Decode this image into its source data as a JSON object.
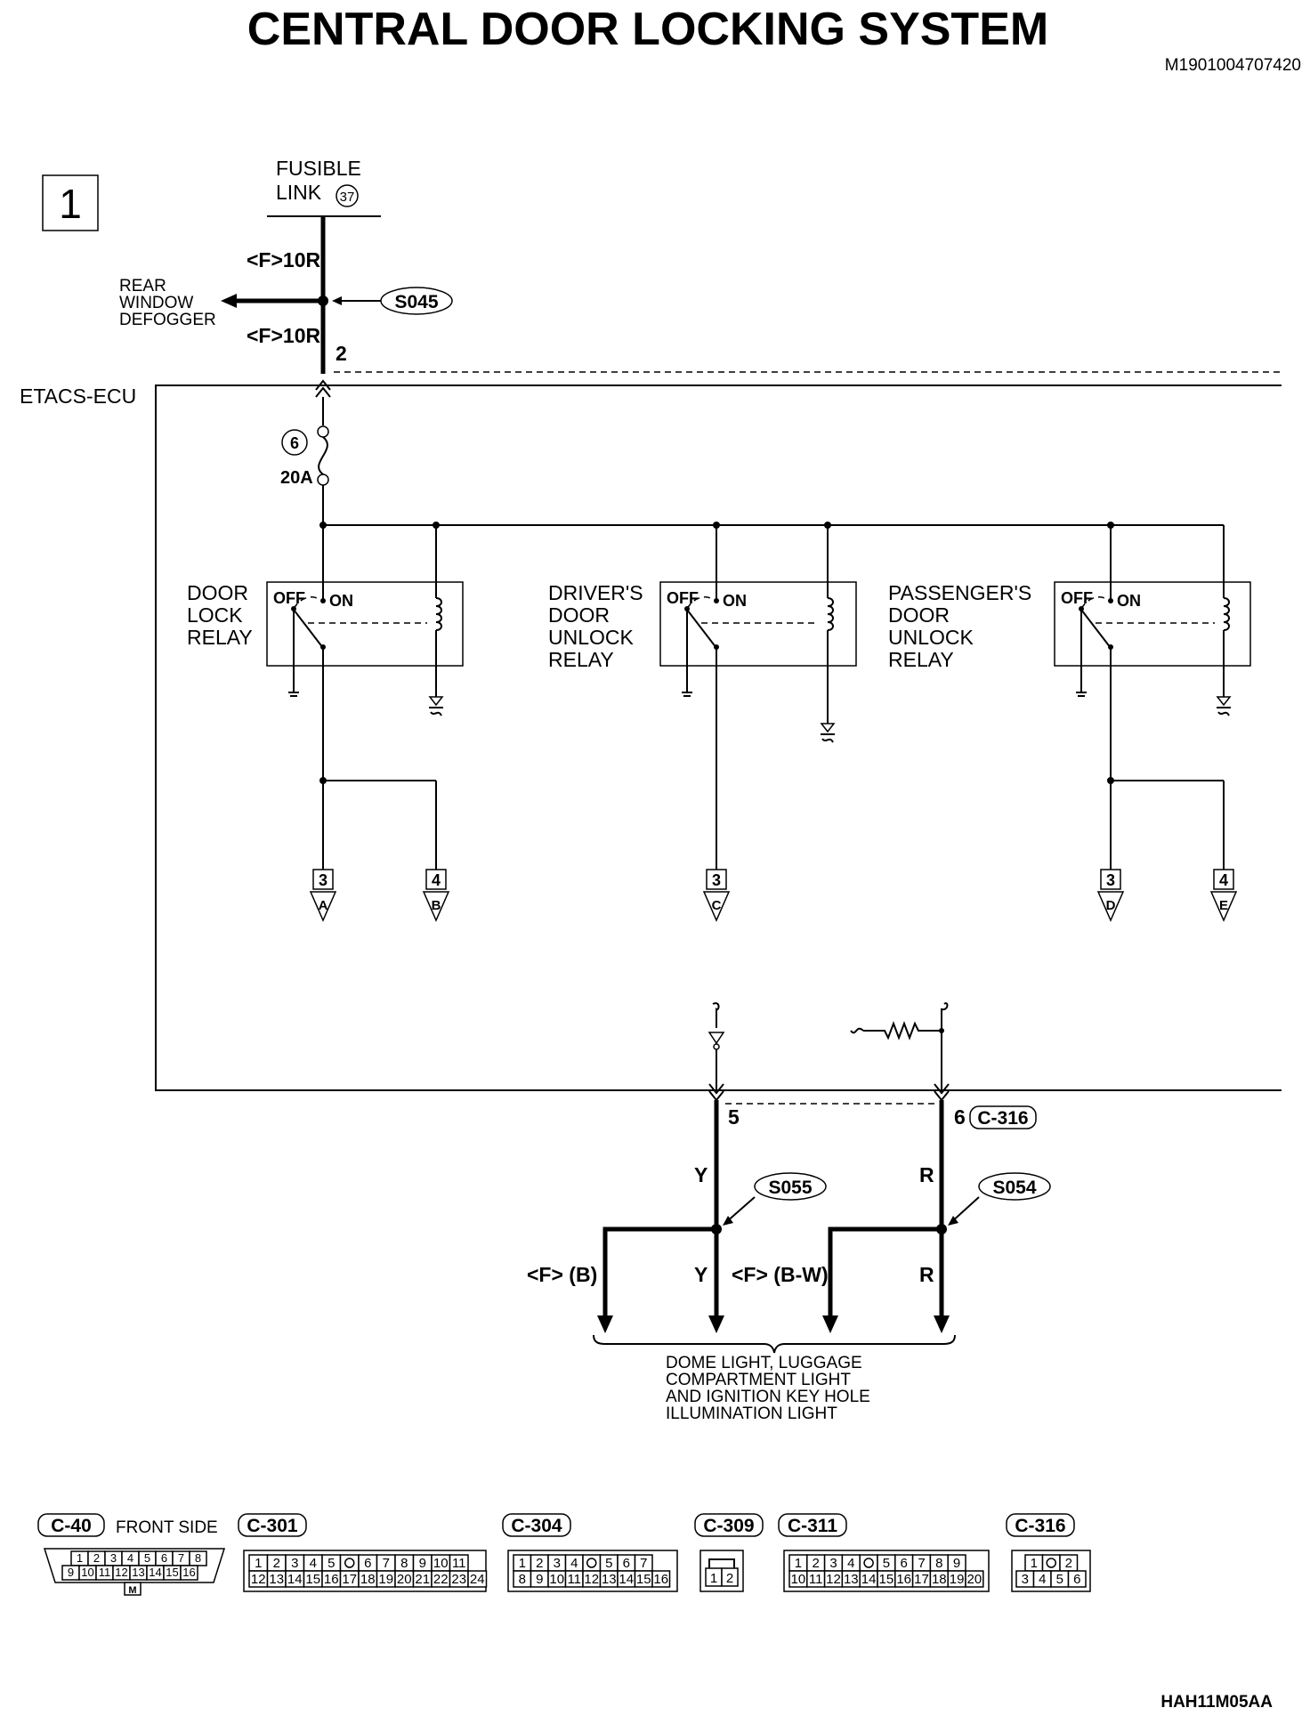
{
  "title": "CENTRAL DOOR LOCKING SYSTEM",
  "doc_code": "M1901004707420",
  "figure_code": "HAH11M05AA",
  "page_number": "1",
  "fusible_link": {
    "line1": "FUSIBLE",
    "line2": "LINK",
    "number": "37"
  },
  "wire_labels": {
    "upper": "<F>10R",
    "lower": "<F>10R",
    "y_top": "Y",
    "y_bottom": "Y",
    "r_top": "R",
    "r_bottom": "R",
    "left_branch": "<F> (B)",
    "mid_branch": "<F> (B-W)"
  },
  "rear_defogger": {
    "line1": "REAR",
    "line2": "WINDOW",
    "line3": "DEFOGGER"
  },
  "splices": {
    "s045": "S045",
    "s055": "S055",
    "s054": "S054"
  },
  "pins": {
    "etacs_top": "2",
    "p5": "5",
    "p6": "6",
    "c316": "C-316"
  },
  "ecu_label": "ETACS-ECU",
  "fuse": {
    "number": "6",
    "rating": "20A"
  },
  "switch": {
    "off": "OFF",
    "on": "ON"
  },
  "relays": [
    {
      "line1": "DOOR",
      "line2": "LOCK",
      "line3": "RELAY",
      "line4": ""
    },
    {
      "line1": "DRIVER'S",
      "line2": "DOOR",
      "line3": "UNLOCK",
      "line4": "RELAY"
    },
    {
      "line1": "PASSENGER'S",
      "line2": "DOOR",
      "line3": "UNLOCK",
      "line4": "RELAY"
    }
  ],
  "connectors_out": [
    {
      "page": "3",
      "letter": "A"
    },
    {
      "page": "4",
      "letter": "B"
    },
    {
      "page": "3",
      "letter": "C"
    },
    {
      "page": "3",
      "letter": "D"
    },
    {
      "page": "4",
      "letter": "E"
    }
  ],
  "dome_light": {
    "line1": "DOME LIGHT, LUGGAGE",
    "line2": "COMPARTMENT LIGHT",
    "line3": "AND IGNITION KEY HOLE",
    "line4": "ILLUMINATION LIGHT"
  },
  "connector_views": [
    {
      "id": "C-40",
      "note": "FRONT SIDE",
      "rows": [
        [
          "1",
          "2",
          "3",
          "4",
          "5",
          "6",
          "7",
          "8"
        ],
        [
          "9",
          "10",
          "11",
          "12",
          "13",
          "14",
          "15",
          "16"
        ]
      ],
      "tag": "M"
    },
    {
      "id": "C-301",
      "rows": [
        [
          "1",
          "2",
          "3",
          "4",
          "5",
          "",
          "6",
          "7",
          "8",
          "9",
          "10",
          "11"
        ],
        [
          "12",
          "13",
          "14",
          "15",
          "16",
          "17",
          "18",
          "19",
          "20",
          "21",
          "22",
          "23",
          "24"
        ]
      ]
    },
    {
      "id": "C-304",
      "rows": [
        [
          "1",
          "2",
          "3",
          "4",
          "",
          "5",
          "6",
          "7"
        ],
        [
          "8",
          "9",
          "10",
          "11",
          "12",
          "13",
          "14",
          "15",
          "16"
        ]
      ]
    },
    {
      "id": "C-309",
      "rows": [
        [
          "1",
          "2"
        ]
      ]
    },
    {
      "id": "C-311",
      "rows": [
        [
          "1",
          "2",
          "3",
          "4",
          "",
          "5",
          "6",
          "7",
          "8",
          "9"
        ],
        [
          "10",
          "11",
          "12",
          "13",
          "14",
          "15",
          "16",
          "17",
          "18",
          "19",
          "20"
        ]
      ]
    },
    {
      "id": "C-316",
      "rows": [
        [
          "1",
          "",
          "2"
        ],
        [
          "3",
          "4",
          "5",
          "6"
        ]
      ]
    }
  ]
}
